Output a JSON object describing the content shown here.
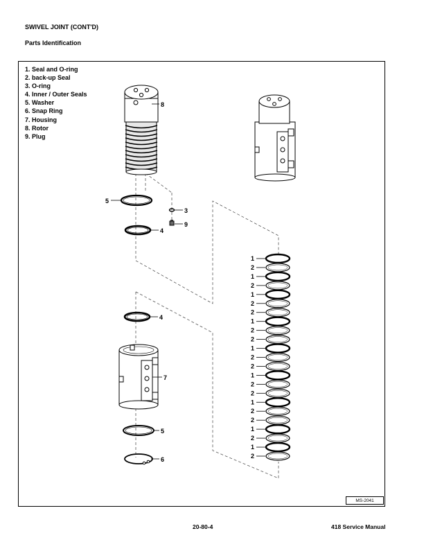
{
  "header": {
    "title": "SWIVEL JOINT (CONT'D)",
    "subtitle": "Parts Identification"
  },
  "legend": [
    "1. Seal and O-ring",
    "2. back-up Seal",
    "3. O-ring",
    "4. Inner / Outer Seals",
    "5. Washer",
    "6. Snap Ring",
    "7. Housing",
    "8. Rotor",
    "9. Plug"
  ],
  "callouts": {
    "rotor": "8",
    "washer_top": "5",
    "oring": "3",
    "plug": "9",
    "seal_top": "4",
    "seal_lower": "4",
    "housing": "7",
    "washer_lower": "5",
    "snap_ring": "6"
  },
  "stack_labels": [
    "1",
    "2",
    "1",
    "2",
    "1",
    "2",
    "2",
    "1",
    "2",
    "2",
    "1",
    "2",
    "2",
    "1",
    "2",
    "2",
    "1",
    "2",
    "2",
    "1",
    "2",
    "1",
    "2"
  ],
  "figure_id": "MS-2041",
  "footer": {
    "page": "20-80-4",
    "manual": "418 Service Manual"
  }
}
